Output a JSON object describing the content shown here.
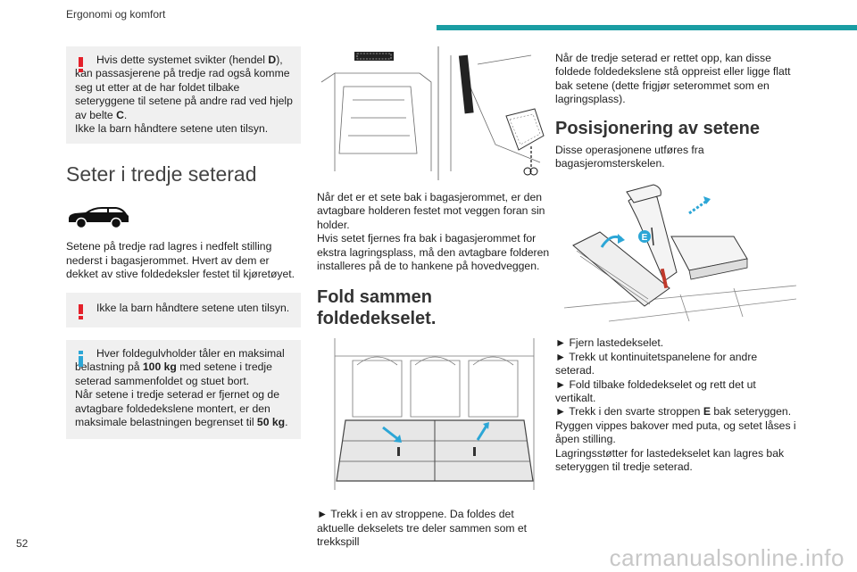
{
  "header": {
    "title": "Ergonomi og komfort",
    "accent_color": "#1a9da3"
  },
  "page_number": "52",
  "watermark": "carmanualsonline.info",
  "col1": {
    "warning_box": {
      "line1": "Hvis dette systemet svikter (hendel ",
      "line1_bold": "D",
      "line1_end": "),",
      "line2": "kan passasjerene på tredje rad også komme seg ut etter at de har foldet tilbake seteryggene til setene på andre rad ved hjelp av belte ",
      "line2_bold": "C",
      "line2_end": ".",
      "line3": "Ikke la barn håndtere setene uten tilsyn."
    },
    "section_title": "Seter i tredje seterad",
    "car_icon": "car-suv-icon",
    "intro": "Setene på tredje rad lagres i nedfelt stilling nederst i bagasjerommet. Hvert av dem er dekket av stive foldedeksler festet til kjøretøyet.",
    "warning2": "Ikke la barn håndtere setene uten tilsyn.",
    "info_box": {
      "part1": "Hver foldegulvholder tåler en maksimal belastning på ",
      "bold1": "100 kg",
      "part2": " med setene i tredje seterad sammenfoldet og stuet bort.",
      "part3": "Når setene i tredje seterad er fjernet og de avtagbare foldedekslene montert, er den maksimale belastningen begrenset til ",
      "bold2": "50 kg",
      "part4": "."
    }
  },
  "col2": {
    "para1": "Når det er et sete bak i bagasjerommet, er den avtagbare holderen festet mot veggen foran sin holder.",
    "para2": "Hvis setet fjernes fra bak i bagasjerommet for ekstra lagringsplass, må den avtagbare folderen installeres på de to hankene på hovedveggen.",
    "section_title": "Fold sammen foldedekselet.",
    "step1": "► Trekk i en av stroppene. Da foldes det aktuelle dekselets tre deler sammen som et trekkspill"
  },
  "col3": {
    "intro": "Når de tredje seterad er rettet opp, kan disse foldede foldedekslene stå oppreist eller ligge flatt bak setene (dette frigjør seterommet som en lagringsplass).",
    "section_title": "Posisjonering av setene",
    "ops": "Disse operasjonene utføres fra bagasjeromsterskelen.",
    "figure_label": "E",
    "steps": {
      "s1": "► Fjern lastedekselet.",
      "s2": "► Trekk ut kontinuitetspanelene for andre seterad.",
      "s3": "► Fold tilbake foldedekselet og rett det ut vertikalt.",
      "s4a": "► Trekk i den svarte stroppen ",
      "s4b": "E",
      "s4c": " bak seteryggen.",
      "s5": "Ryggen vippes bakover med puta, og setet låses i åpen stilling.",
      "s6": "Lagringsstøtter for lastedekselet kan lagres bak seteryggen til tredje seterad."
    }
  }
}
